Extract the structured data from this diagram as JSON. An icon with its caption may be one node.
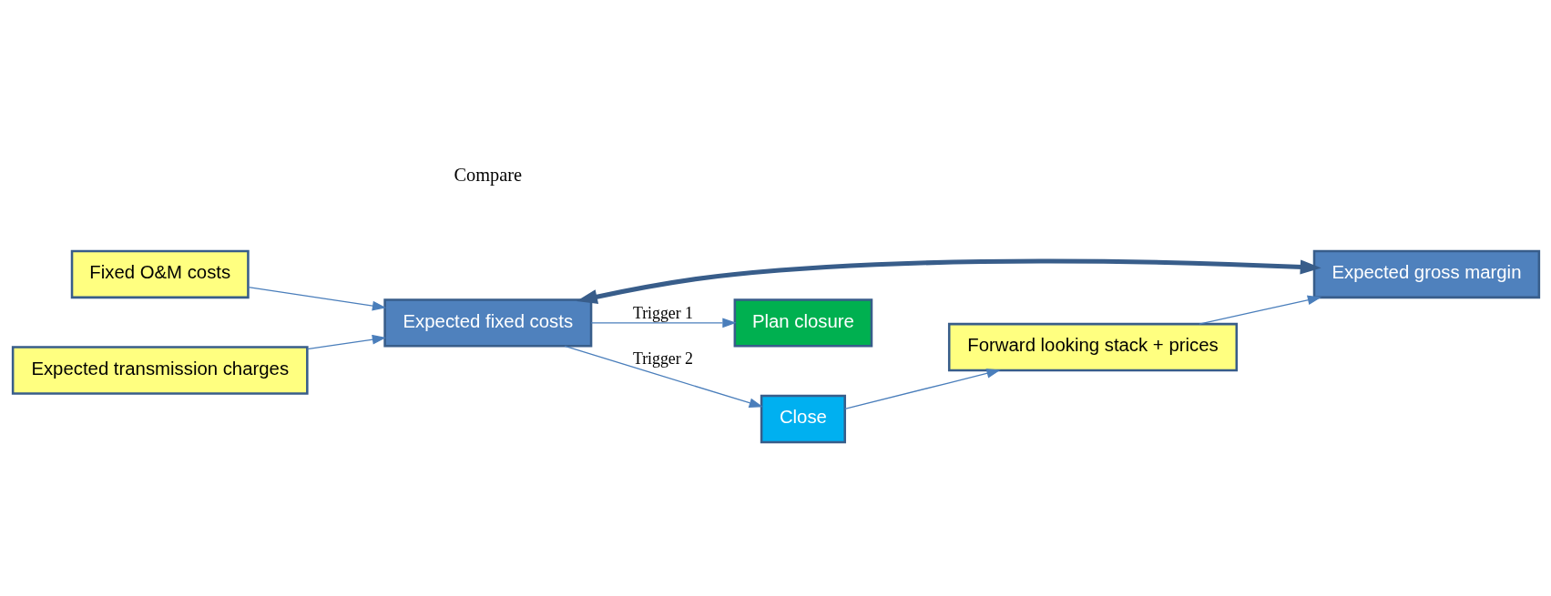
{
  "diagram": {
    "nodes": [
      {
        "text": [
          "Fixed O&M costs"
        ]
      },
      {
        "text": [
          "Expected transmission charges"
        ]
      },
      {
        "text": [
          "Expected fixed costs"
        ]
      },
      {
        "text": [
          "Expected gross margin"
        ]
      },
      {
        "text": [
          "Forward looking stack + prices"
        ]
      },
      {
        "text": [
          "Plan closure"
        ]
      },
      {
        "text": [
          "Close"
        ]
      }
    ],
    "edges": [
      {
        "from": 0,
        "to": 2,
        "arrow": "to"
      },
      {
        "from": 1,
        "to": 2,
        "arrow": "to"
      },
      {
        "from": 2,
        "to": 3,
        "arrow": "both",
        "style": "thick",
        "color": "#385d8a"
      },
      {
        "from": 4,
        "to": 3,
        "arrow": "to"
      },
      {
        "from": 2,
        "to": 5,
        "arrow": "to",
        "label": "Trigger 1"
      },
      {
        "from": 2,
        "to": 6,
        "arrow": "to",
        "label": "Trigger 2"
      },
      {
        "from": 6,
        "to": 4,
        "arrow": "to"
      }
    ],
    "labels": [
      "Compare"
    ]
  }
}
